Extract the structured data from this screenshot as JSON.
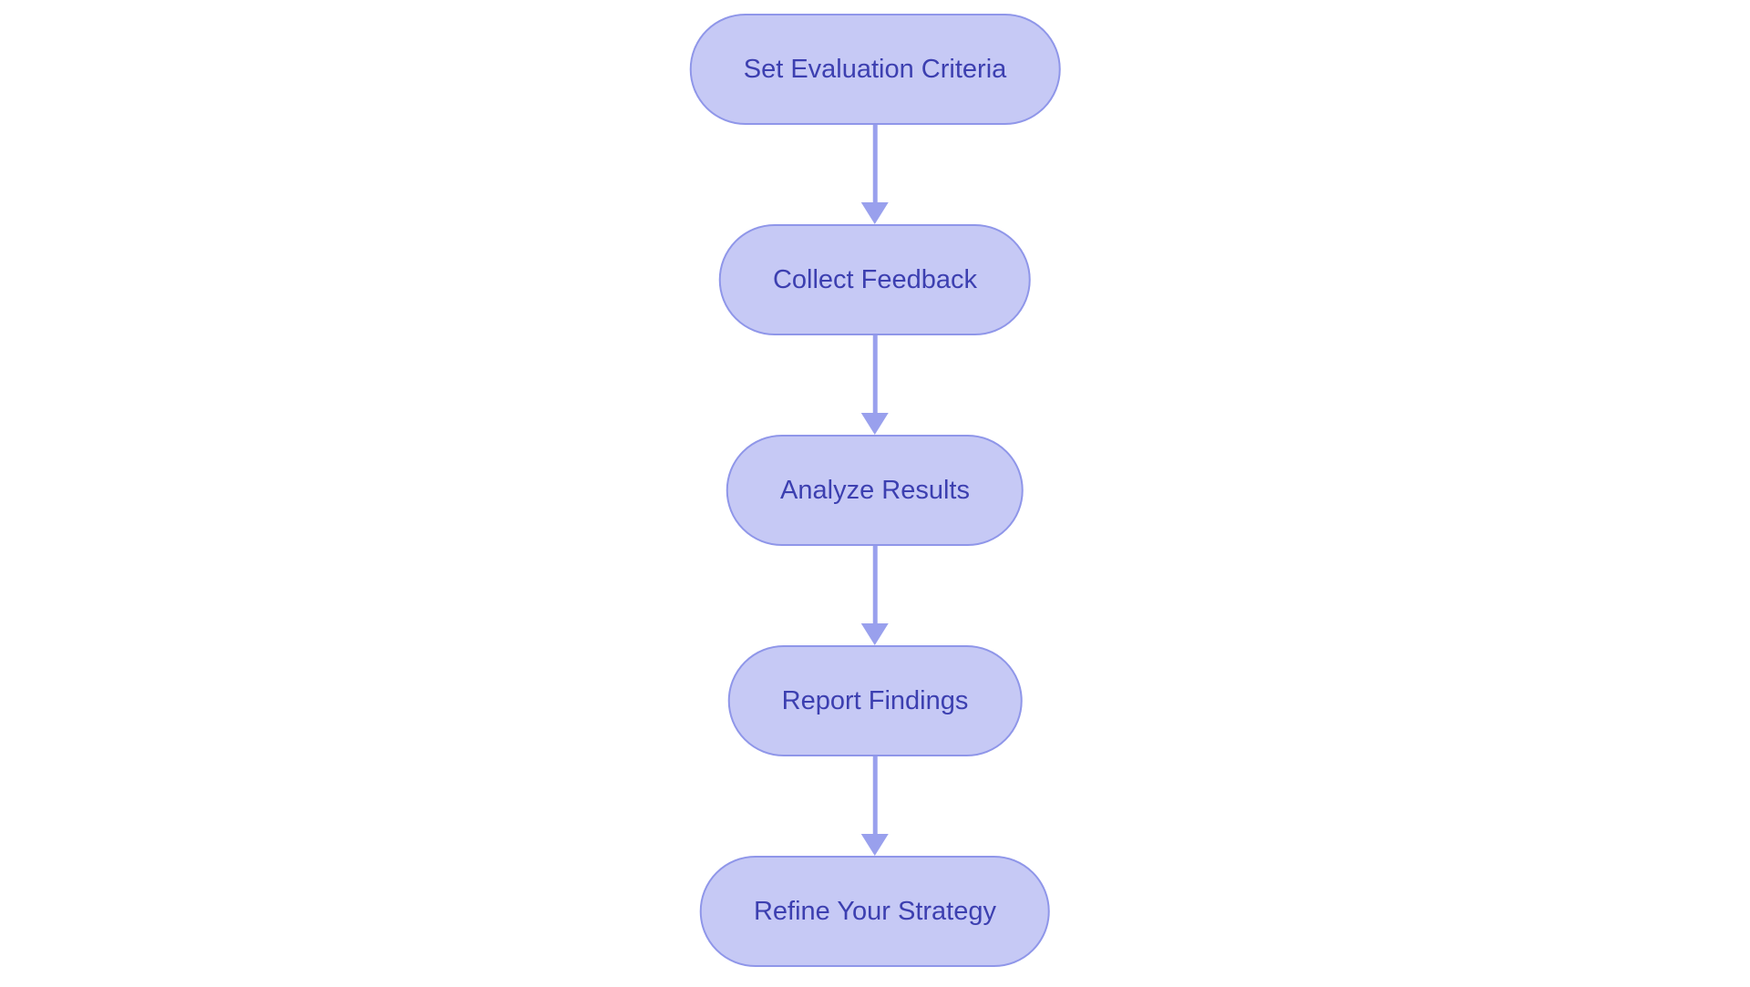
{
  "theme": {
    "background": "#ffffff",
    "node-fill": "#c6c9f5",
    "node-border": "#8f96e9",
    "node-text": "#3c3fb0",
    "arrow": "#99a0ed"
  },
  "diagram": {
    "type": "flowchart",
    "direction": "top-down",
    "nodes": [
      {
        "id": "set-evaluation-criteria",
        "label": "Set Evaluation Criteria"
      },
      {
        "id": "collect-feedback",
        "label": "Collect Feedback"
      },
      {
        "id": "analyze-results",
        "label": "Analyze Results"
      },
      {
        "id": "report-findings",
        "label": "Report Findings"
      },
      {
        "id": "refine-your-strategy",
        "label": "Refine Your Strategy"
      }
    ],
    "edges": [
      {
        "from": "set-evaluation-criteria",
        "to": "collect-feedback"
      },
      {
        "from": "collect-feedback",
        "to": "analyze-results"
      },
      {
        "from": "analyze-results",
        "to": "report-findings"
      },
      {
        "from": "report-findings",
        "to": "refine-your-strategy"
      }
    ]
  }
}
